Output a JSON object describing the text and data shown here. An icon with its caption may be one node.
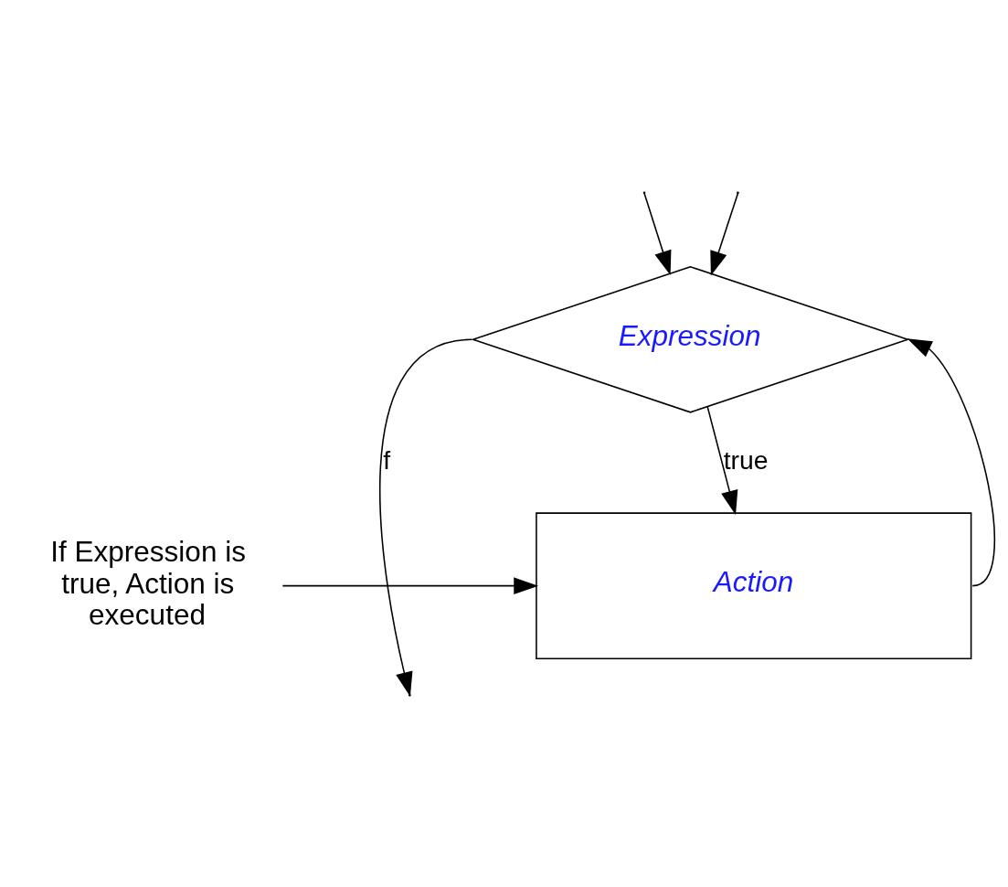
{
  "diagram": {
    "nodes": [
      {
        "text": [
          "Expression"
        ]
      },
      {
        "text": [
          "Action"
        ]
      },
      {
        "text": [
          "If Expression is true, Action is executed"
        ]
      }
    ],
    "edges": [
      {
        "from": 0,
        "to": null,
        "arrow": "to",
        "label": "f"
      },
      {
        "from": null,
        "to": 0,
        "arrow": "to"
      },
      {
        "from": null,
        "to": 0,
        "arrow": "to"
      },
      {
        "from": 0,
        "to": 1,
        "arrow": "to",
        "label": "true"
      },
      {
        "from": 1,
        "to": 0,
        "arrow": "to"
      },
      {
        "from": 2,
        "to": 1,
        "arrow": "to"
      }
    ]
  }
}
